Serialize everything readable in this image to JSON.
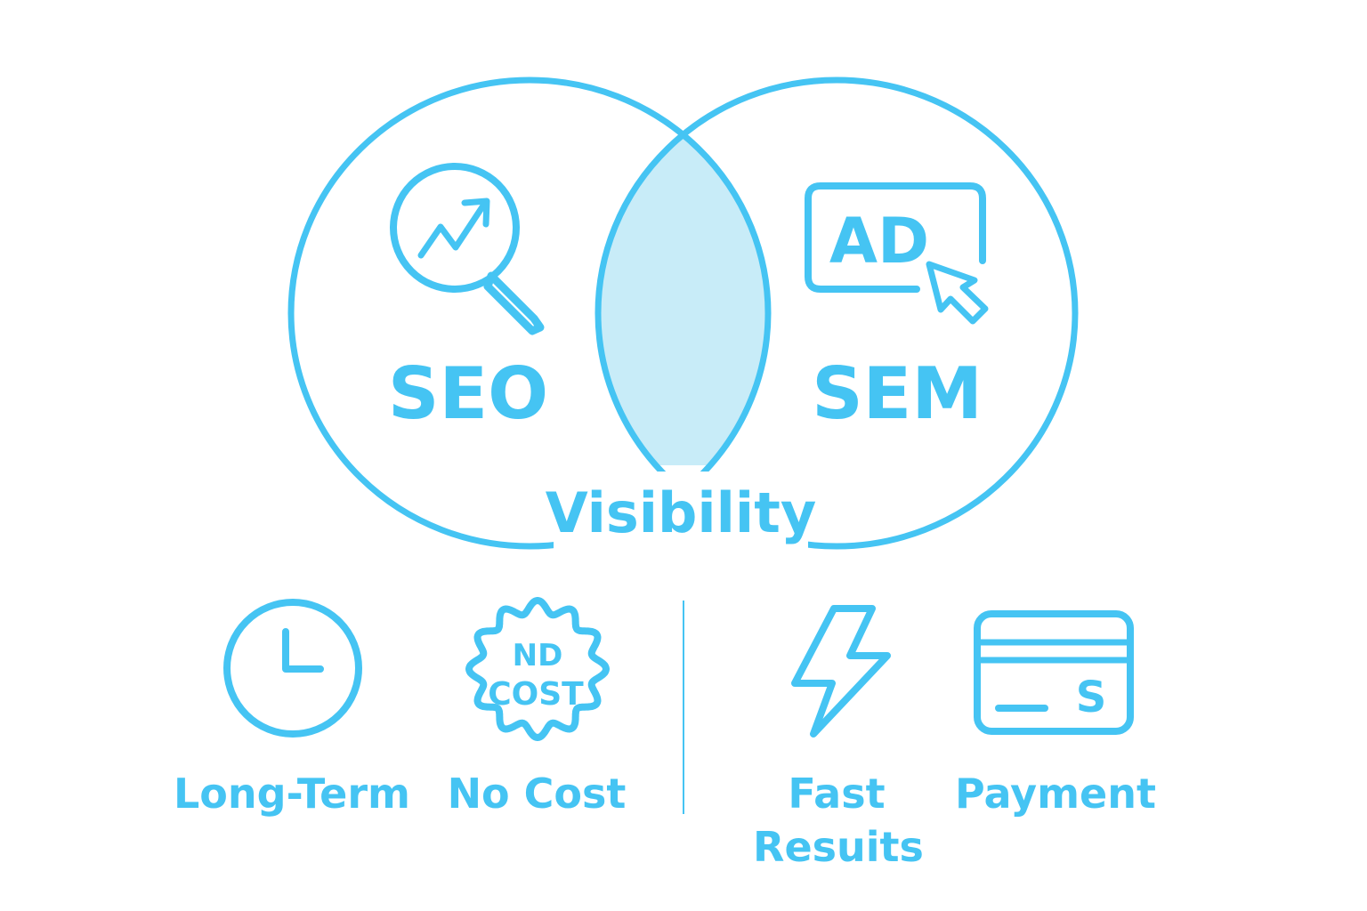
{
  "colors": {
    "accent": "#45c4f3",
    "overlap_fill": "#c8ecf8",
    "background": "#ffffff"
  },
  "venn": {
    "left": {
      "label": "SEO",
      "icon": "magnifier-trend-icon"
    },
    "right": {
      "label": "SEM",
      "icon": "ad-click-icon",
      "ad_text": "AD"
    },
    "overlap_label": "Visibility"
  },
  "features": {
    "seo": [
      {
        "label": "Long-Term",
        "icon": "clock-icon"
      },
      {
        "label": "No Cost",
        "icon": "badge-icon",
        "badge_line1": "ND",
        "badge_line2": "COST"
      }
    ],
    "sem": [
      {
        "label_line1": "Fast",
        "label_line2": "Resuits",
        "icon": "lightning-icon"
      },
      {
        "label": "Payment",
        "icon": "credit-card-icon",
        "card_symbol": "S"
      }
    ]
  }
}
